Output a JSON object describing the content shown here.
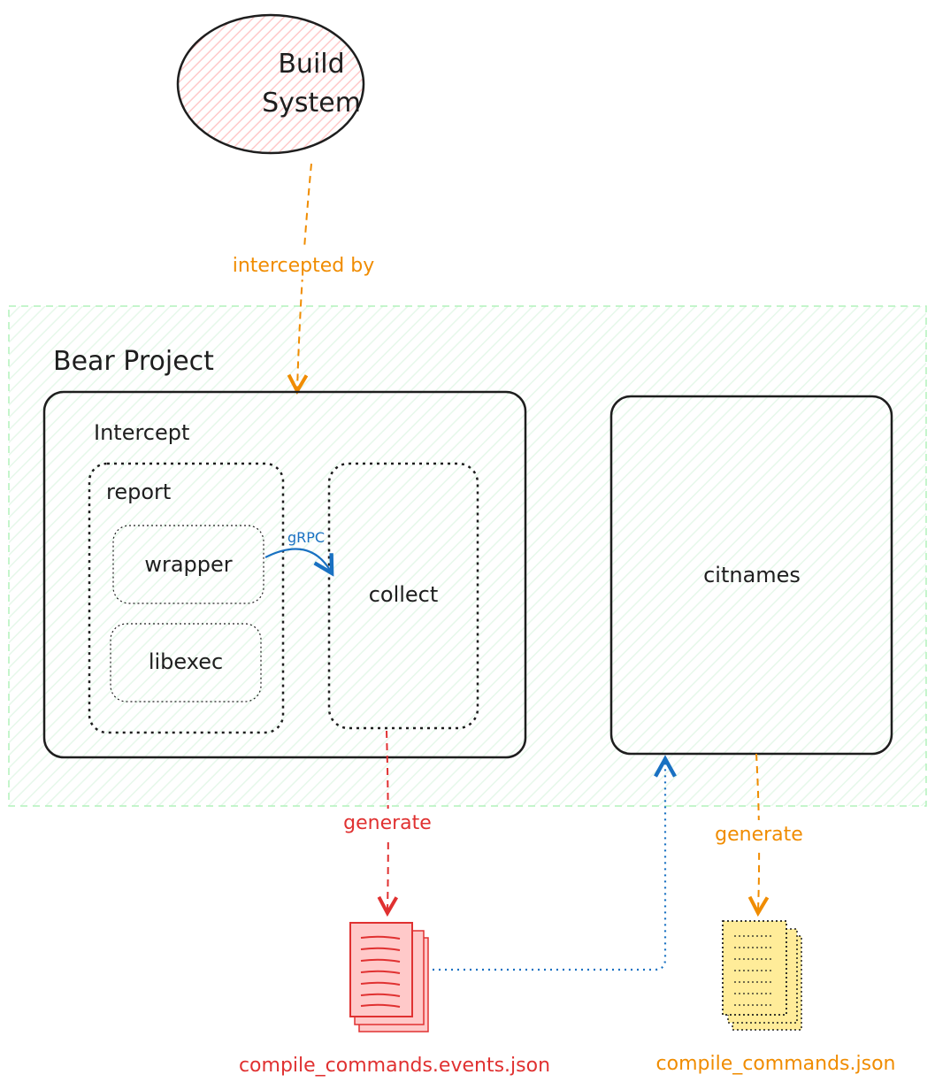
{
  "colors": {
    "orange": "#f08c00",
    "red": "#e03131",
    "blue": "#1971c2",
    "ink": "#1e1e1e",
    "green_region": "#b2f2bb",
    "pink": "#ffc9c9",
    "yellow": "#ffec99"
  },
  "nodes": {
    "build_system": {
      "line1": "Build",
      "line2": "System"
    },
    "bear_project": {
      "label": "Bear Project"
    },
    "intercept": {
      "label": "Intercept"
    },
    "report": {
      "label": "report"
    },
    "wrapper": {
      "label": "wrapper"
    },
    "libexec": {
      "label": "libexec"
    },
    "collect": {
      "label": "collect"
    },
    "citnames": {
      "label": "citnames"
    },
    "events_file": {
      "label": "compile_commands.events.json",
      "icon": "document-stack-icon"
    },
    "output_file": {
      "label": "compile_commands.json",
      "icon": "document-stack-icon"
    }
  },
  "edges": {
    "intercepted_by": {
      "label": "intercepted by"
    },
    "grpc": {
      "label": "gRPC"
    },
    "generate_events": {
      "label": "generate"
    },
    "generate_output": {
      "label": "generate"
    }
  }
}
